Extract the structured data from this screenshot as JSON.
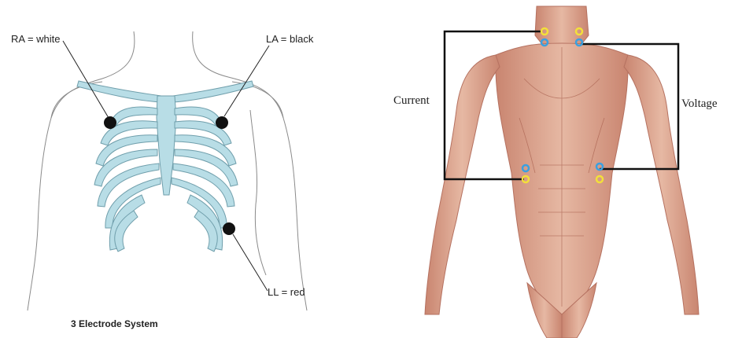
{
  "left": {
    "ra_label": "RA =  white",
    "la_label": "LA =  black",
    "ll_label": "LL =  red",
    "caption": "3 Electrode System"
  },
  "right": {
    "current_label": "Current",
    "voltage_label": "Voltage"
  },
  "colors": {
    "ribcage": "#b8dde6",
    "ribcage_stroke": "#6f9eab",
    "electrode": "#111111",
    "muscle": "#d9a08a",
    "electrode_yellow": "#f3e03a",
    "electrode_blue": "#3aa0e0"
  }
}
